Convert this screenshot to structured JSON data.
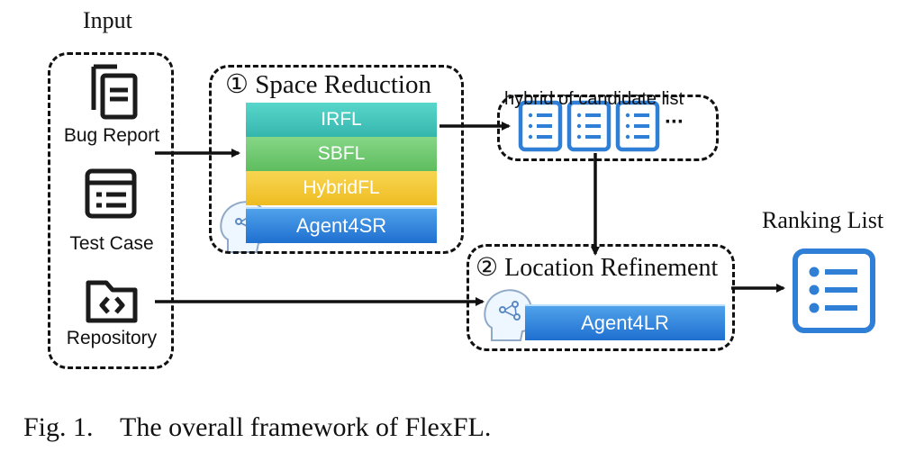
{
  "input": {
    "title": "Input",
    "items": [
      {
        "label": "Bug Report",
        "icon": "document-stack-icon"
      },
      {
        "label": "Test Case",
        "icon": "list-window-icon"
      },
      {
        "label": "Repository",
        "icon": "code-folder-icon"
      }
    ]
  },
  "space_reduction": {
    "title": "① Space Reduction",
    "layers": [
      "IRFL",
      "SBFL",
      "HybridFL",
      "Agent4SR"
    ],
    "agent_icon": "ai-head-icon"
  },
  "candidates": {
    "title": "hybrid of candidate list",
    "ellipsis": "···",
    "icon": "list-document-icon"
  },
  "location_refinement": {
    "title": "② Location Refinement",
    "agent": "Agent4LR",
    "agent_icon": "ai-head-icon"
  },
  "output": {
    "title": "Ranking List",
    "icon": "ranking-list-icon"
  },
  "caption": {
    "label": "Fig. 1.",
    "text": "The overall framework of FlexFL."
  },
  "colors": {
    "irfl": "#3ec2b8",
    "sbfl": "#6cc56c",
    "hybridfl": "#f2c531",
    "agent": "#2f80dc",
    "icon_blue": "#2f7fd6"
  }
}
